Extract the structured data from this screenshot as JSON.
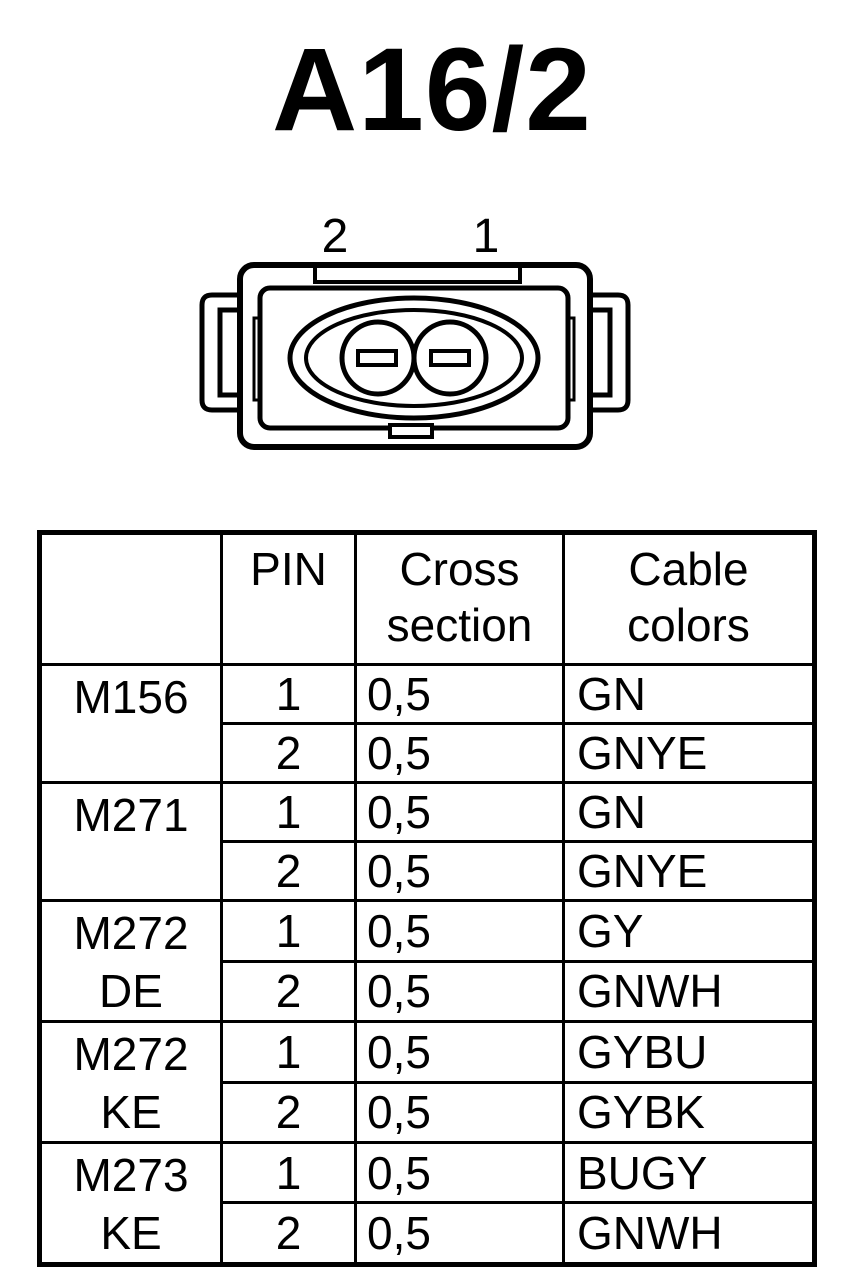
{
  "title": "A16/2",
  "connector": {
    "pin_labels": [
      "2",
      "1"
    ]
  },
  "table": {
    "headers": {
      "engine": "",
      "pin": "PIN",
      "cross_section_line1": "Cross",
      "cross_section_line2": "section",
      "cable_colors_line1": "Cable",
      "cable_colors_line2": "colors"
    },
    "groups": [
      {
        "engine_line1": "M156",
        "engine_line2": "",
        "rows": [
          {
            "pin": "1",
            "cross_section": "0,5",
            "color": "GN"
          },
          {
            "pin": "2",
            "cross_section": "0,5",
            "color": "GNYE"
          }
        ]
      },
      {
        "engine_line1": "M271",
        "engine_line2": "",
        "rows": [
          {
            "pin": "1",
            "cross_section": "0,5",
            "color": "GN"
          },
          {
            "pin": "2",
            "cross_section": "0,5",
            "color": "GNYE"
          }
        ]
      },
      {
        "engine_line1": "M272",
        "engine_line2": "DE",
        "rows": [
          {
            "pin": "1",
            "cross_section": "0,5",
            "color": "GY"
          },
          {
            "pin": "2",
            "cross_section": "0,5",
            "color": "GNWH"
          }
        ]
      },
      {
        "engine_line1": "M272",
        "engine_line2": "KE",
        "rows": [
          {
            "pin": "1",
            "cross_section": "0,5",
            "color": "GYBU"
          },
          {
            "pin": "2",
            "cross_section": "0,5",
            "color": "GYBK"
          }
        ]
      },
      {
        "engine_line1": "M273",
        "engine_line2": "KE",
        "rows": [
          {
            "pin": "1",
            "cross_section": "0,5",
            "color": "BUGY"
          },
          {
            "pin": "2",
            "cross_section": "0,5",
            "color": "GNWH"
          }
        ]
      }
    ]
  }
}
